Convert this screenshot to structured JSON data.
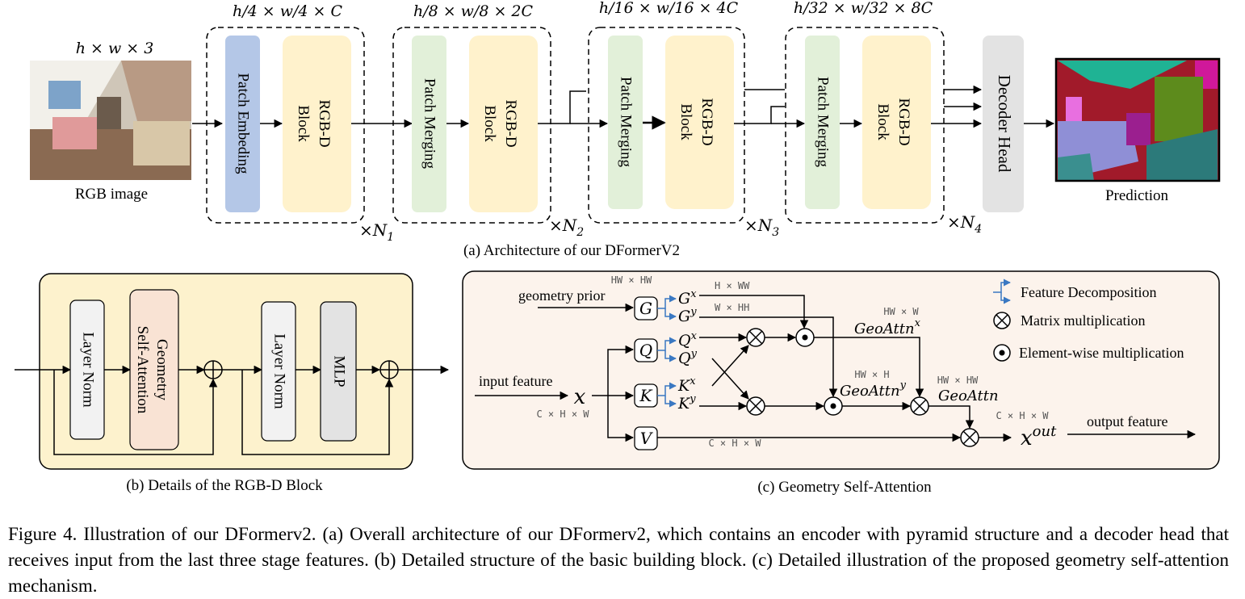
{
  "panel_a": {
    "input": {
      "dims": "h × w × 3",
      "label": "RGB image"
    },
    "stages": [
      {
        "dims": "h/4 × w/4 × C",
        "first_block": "Patch Embeding",
        "second_block": "RGB-D Block",
        "repeat": "×N",
        "repeat_sub": "1"
      },
      {
        "dims": "h/8 × w/8 × 2C",
        "first_block": "Patch Merging",
        "second_block": "RGB-D Block",
        "repeat": "×N",
        "repeat_sub": "2"
      },
      {
        "dims": "h/16 × w/16 × 4C",
        "first_block": "Patch Merging",
        "second_block": "RGB-D Block",
        "repeat": "×N",
        "repeat_sub": "3"
      },
      {
        "dims": "h/32 × w/32 × 8C",
        "first_block": "Patch Merging",
        "second_block": "RGB-D Block",
        "repeat": "×N",
        "repeat_sub": "4"
      }
    ],
    "decoder": "Decoder Head",
    "output_label": "Prediction",
    "caption": "(a) Architecture of our DFormerV2"
  },
  "panel_b": {
    "blocks": [
      "Layer Norm",
      "Geometry Self-Attention",
      "Layer Norm",
      "MLP"
    ],
    "caption": "(b) Details of the RGB-D Block"
  },
  "panel_c": {
    "geometry_prior": "geometry prior",
    "input_feature": "input feature",
    "output_feature": "output feature",
    "x": "x",
    "x_dims": "C × H × W",
    "x_out": "x",
    "x_out_sup": "out",
    "x_out_dims": "C × H × W",
    "v_dims": "C × H × W",
    "g_dims": "HW × HW",
    "gx_dims": "H × WW",
    "gy_dims": "W × HH",
    "nodes": [
      "G",
      "Q",
      "K",
      "V"
    ],
    "geo_x": {
      "label": "GeoAttn",
      "sup": "x",
      "dims": "HW × W"
    },
    "geo_y": {
      "label": "GeoAttn",
      "sup": "y",
      "dims": "HW × H"
    },
    "geo": {
      "label": "GeoAttn",
      "dims": "HW × HW"
    },
    "legend": [
      "Feature Decomposition",
      "Matrix multiplication",
      "Element-wise multiplication"
    ],
    "caption": "(c) Geometry Self-Attention"
  },
  "figure_caption": "Figure 4. Illustration of our DFormerv2. (a) Overall architecture of our DFormerv2, which contains an encoder with pyramid structure and a decoder head that receives input from the last three stage features. (b) Detailed structure of the basic building block. (c) Detailed illustration of the proposed geometry self-attention mechanism.",
  "colors": {
    "patch_embedding": "#b4c7e7",
    "patch_merging": "#e2f0d9",
    "rgbd_block": "#fff2cc",
    "decoder": "#e3e3e3",
    "panel_b_bg": "#fdf2cd",
    "geometry_attention": "#f9e3d4",
    "panel_c_bg": "#fcf3ec",
    "decomposition": "#3a78c2"
  }
}
